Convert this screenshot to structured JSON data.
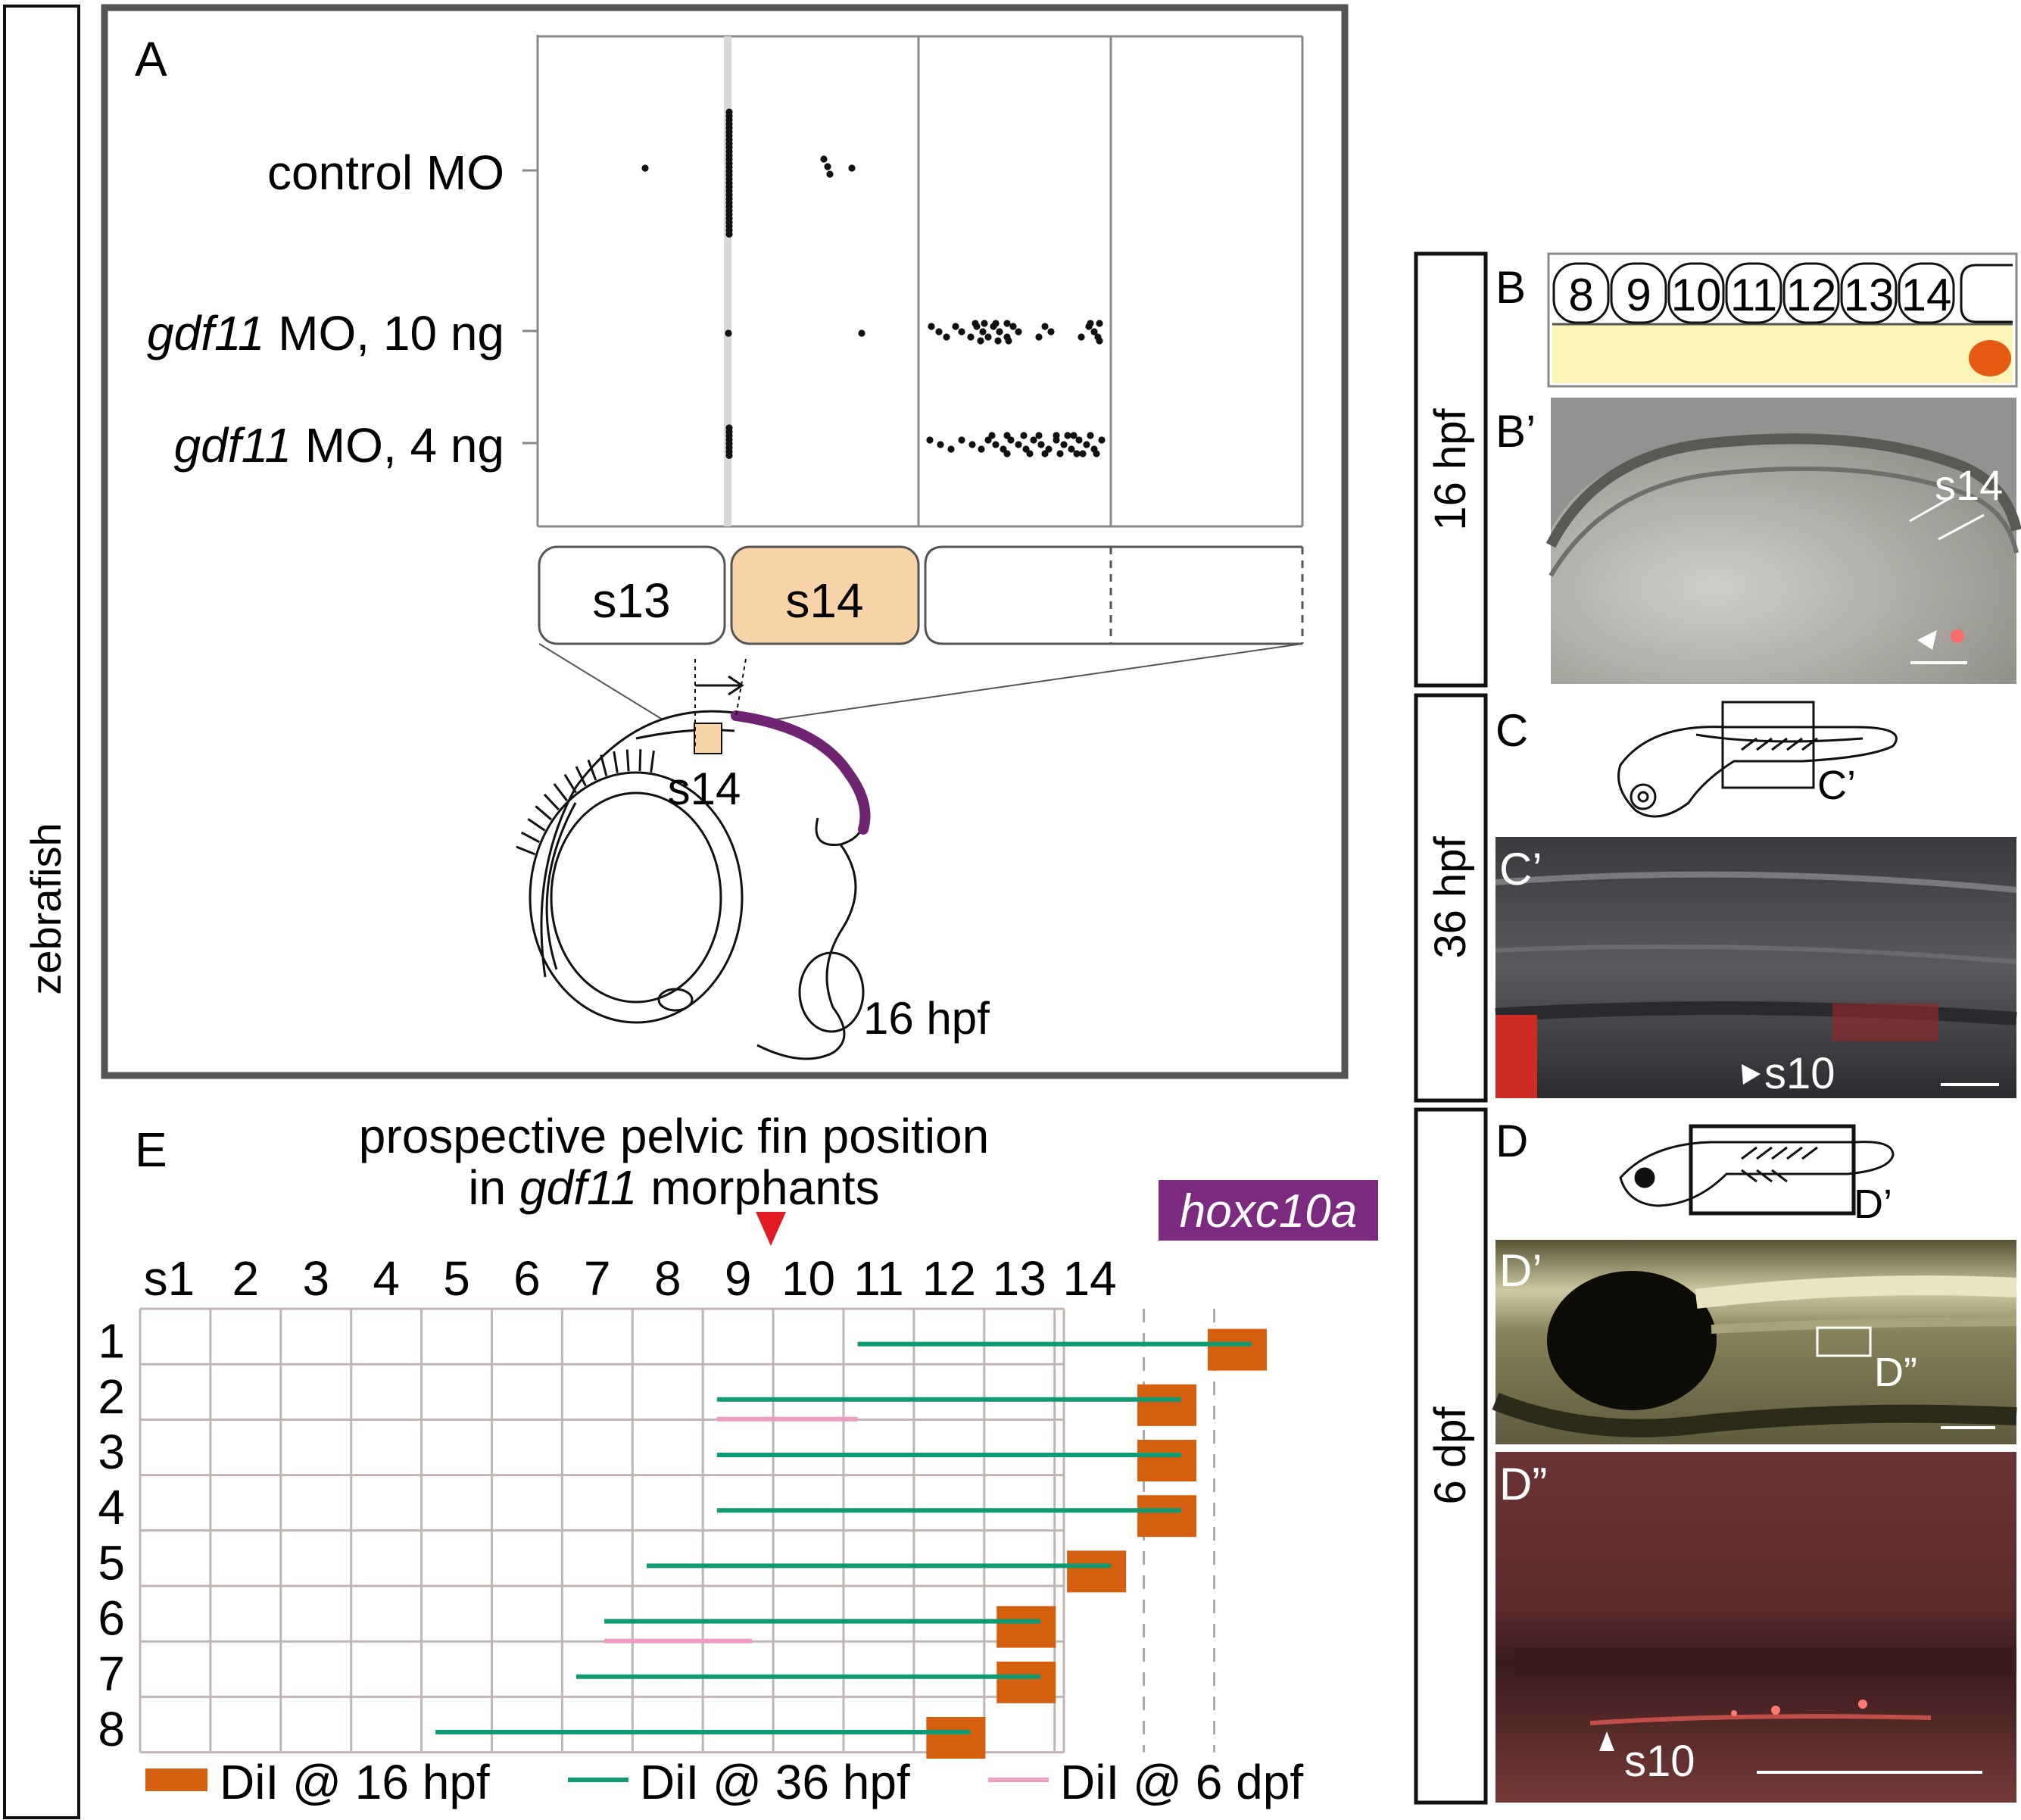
{
  "side_label": "zebrafish",
  "panel_a": {
    "letter": "A",
    "rows": [
      {
        "italic": "",
        "text": "control MO"
      },
      {
        "italic": "gdf11",
        "text": " MO, 10 ng"
      },
      {
        "italic": "gdf11",
        "text": " MO, 4 ng"
      }
    ],
    "segments": [
      "s13",
      "s14"
    ],
    "embryo_segment": "s14",
    "stage": "16 hpf",
    "colors": {
      "s14": "#f9d4a8",
      "purple": "#6e2470"
    }
  },
  "panel_b": {
    "letter": "B",
    "letter_prime": "B’",
    "somites": [
      "8",
      "9",
      "10",
      "11",
      "12",
      "13",
      "14"
    ],
    "label_s14": "s14",
    "stage": "16 hpf"
  },
  "panel_c": {
    "letter": "C",
    "letter_prime": "C’",
    "box_label": "C’",
    "label_s10": "s10",
    "stage": "36 hpf"
  },
  "panel_d": {
    "letter": "D",
    "letter_prime": "D’",
    "letter_double": "D”",
    "box_label_d": "D’",
    "box_label_dd": "D”",
    "label_s10": "s10",
    "stage": "6 dpf"
  },
  "panel_e": {
    "letter": "E",
    "title_line1": "prospective pelvic fin position",
    "title_line2_italic": "gdf11",
    "title_line2_prefix": "in ",
    "title_line2_suffix": " morphants",
    "gene_label": "hoxc10a",
    "gene_color": "#7b2a80",
    "columns": [
      "s1",
      "2",
      "3",
      "4",
      "5",
      "6",
      "7",
      "8",
      "9",
      "10",
      "11",
      "12",
      "13",
      "14"
    ],
    "row_labels": [
      "1",
      "2",
      "3",
      "4",
      "5",
      "6",
      "7",
      "8"
    ],
    "legend": [
      {
        "label": "DiI @ 16 hpf",
        "color": "#d45f0e"
      },
      {
        "label": "DiI @ 36 hpf",
        "color": "#0e9a72"
      },
      {
        "label": "DiI @ 6 dpf",
        "color": "#ef9cc3"
      }
    ],
    "rows_data": [
      {
        "green": [
          11.2,
          16.8
        ],
        "pink": null,
        "orange": 16.5
      },
      {
        "green": [
          9.2,
          15.8
        ],
        "pink": [
          9.2,
          11.2
        ],
        "orange": 15.5
      },
      {
        "green": [
          9.2,
          15.8
        ],
        "pink": null,
        "orange": 15.5
      },
      {
        "green": [
          9.2,
          15.8
        ],
        "pink": null,
        "orange": 15.5
      },
      {
        "green": [
          8.2,
          14.8
        ],
        "pink": null,
        "orange": 14.5
      },
      {
        "green": [
          7.6,
          13.8
        ],
        "pink": [
          7.6,
          9.7
        ],
        "orange": 13.5
      },
      {
        "green": [
          7.2,
          13.8
        ],
        "pink": null,
        "orange": 13.5
      },
      {
        "green": [
          5.2,
          12.8
        ],
        "pink": null,
        "orange": 12.5
      }
    ],
    "marker_position": 9.3
  }
}
